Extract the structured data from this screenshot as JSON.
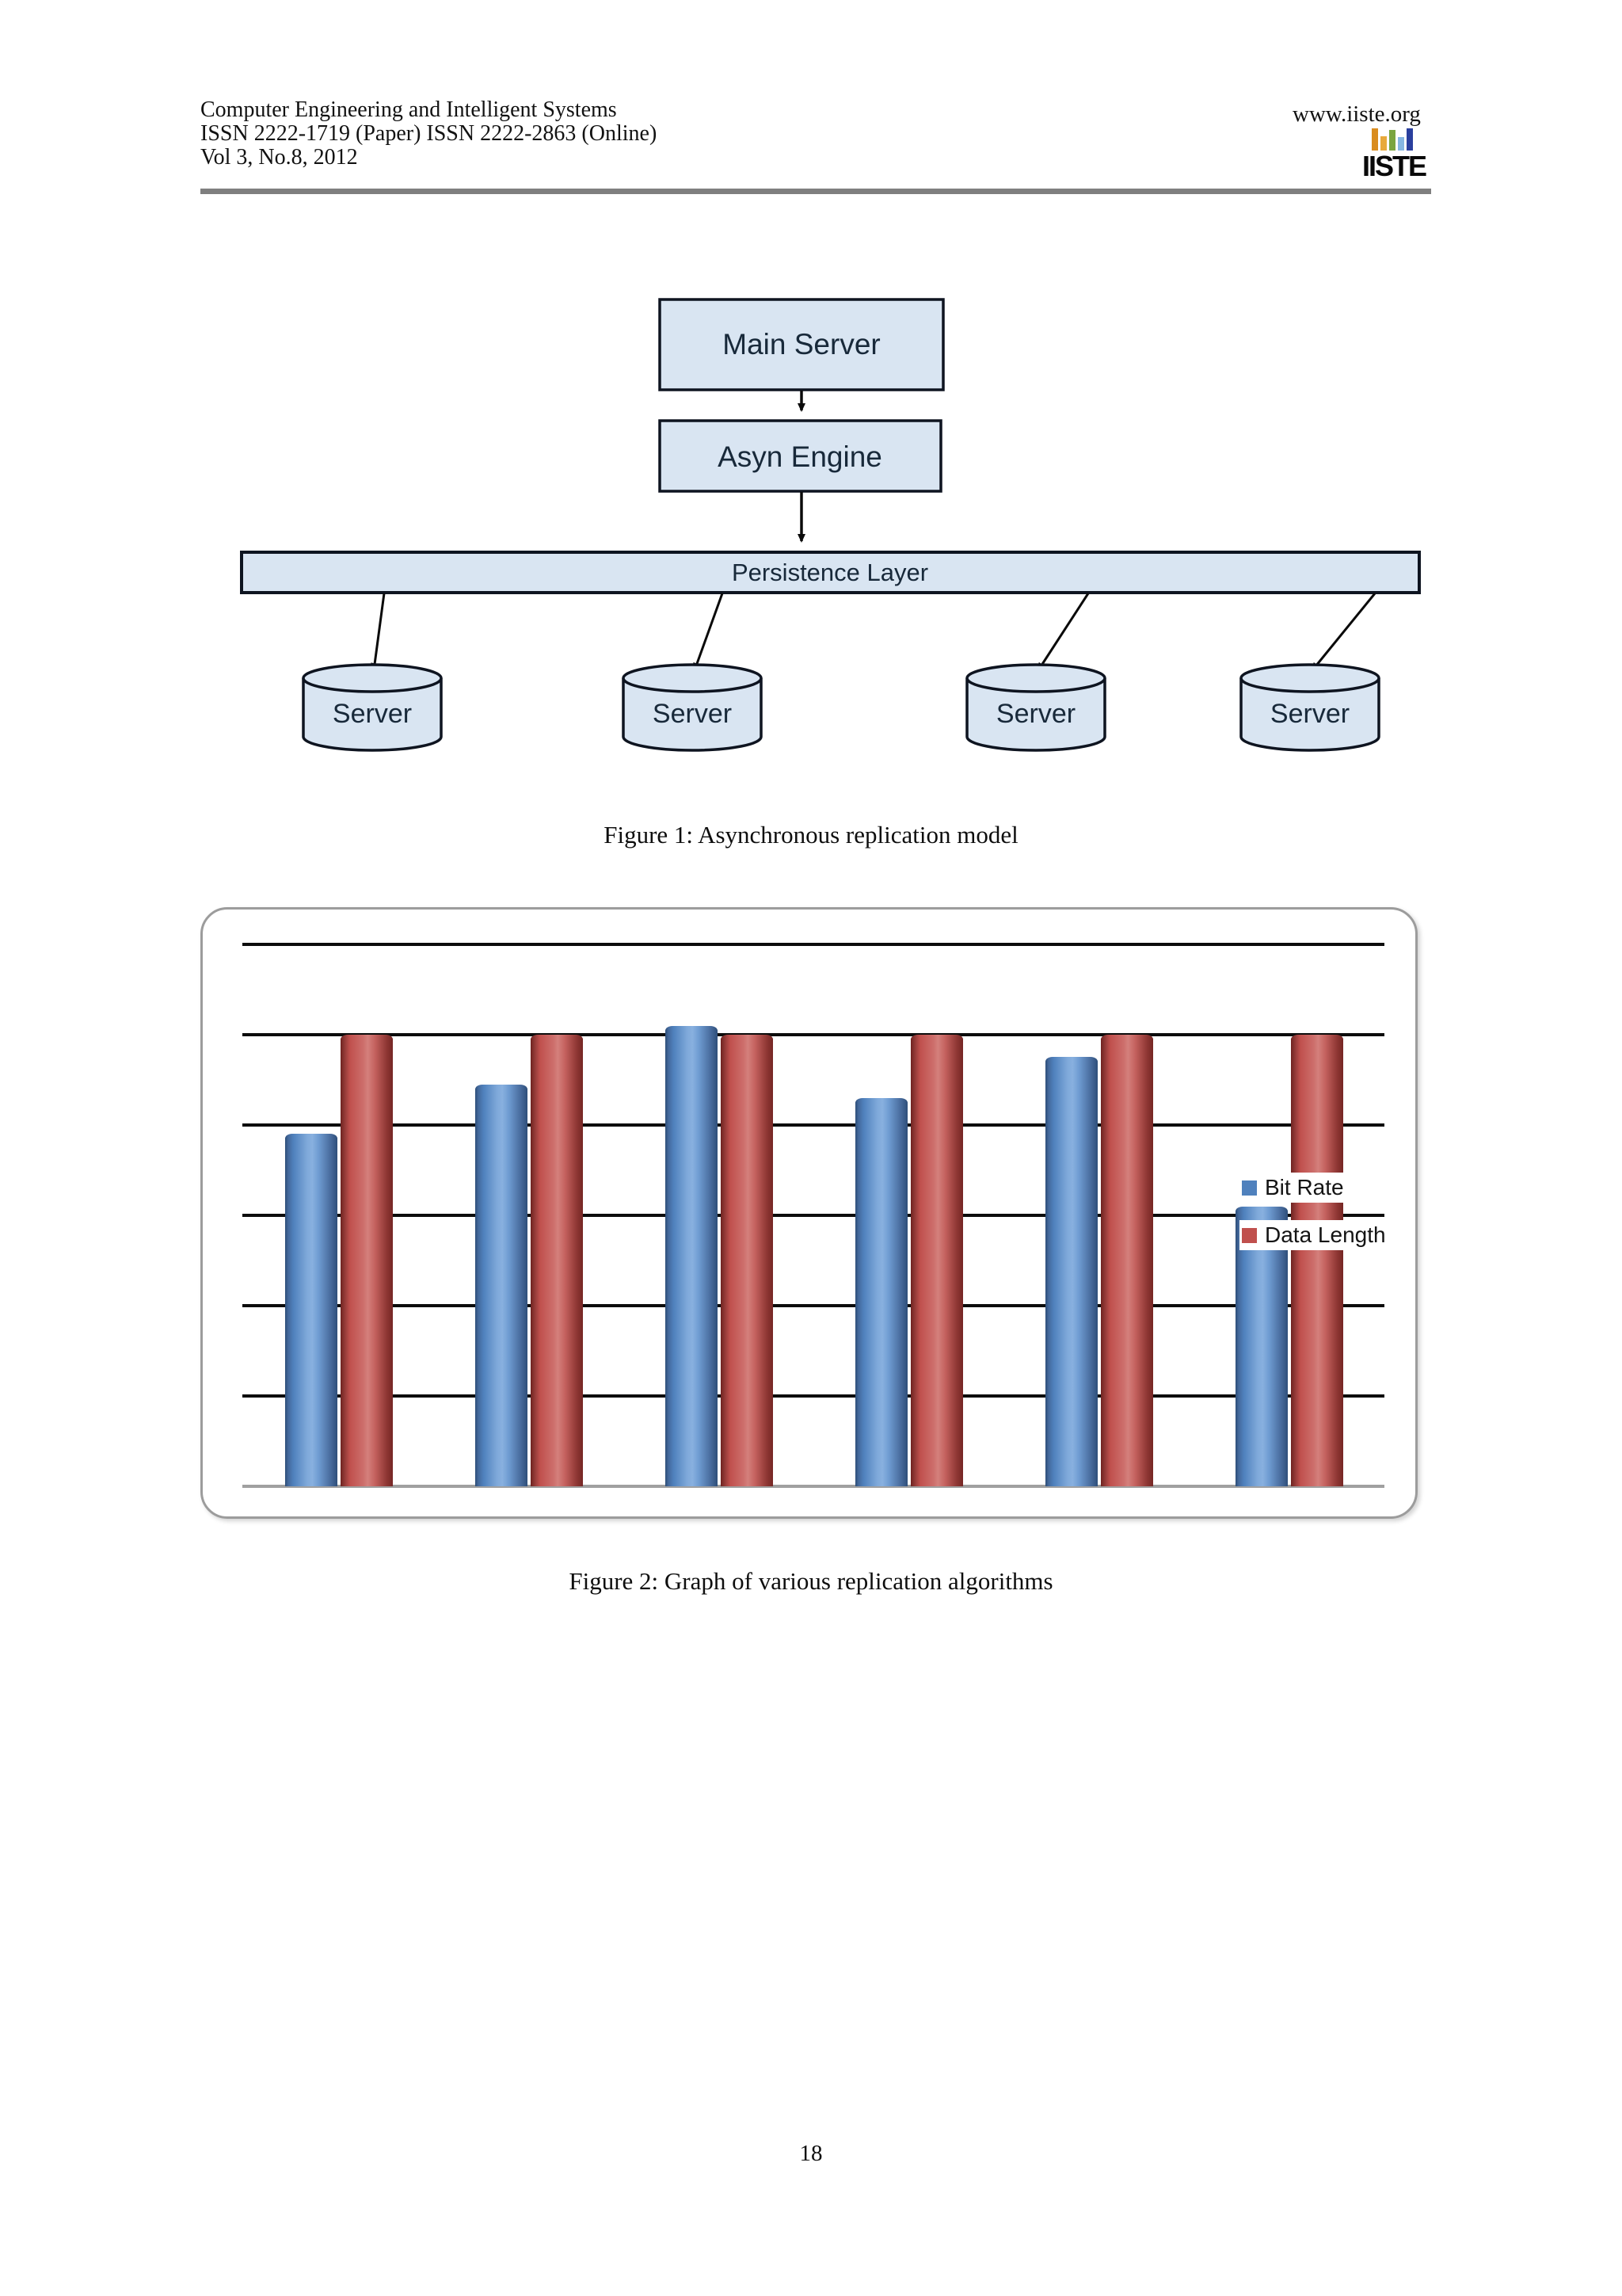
{
  "page": {
    "header": {
      "left_lines": [
        "Computer Engineering and Intelligent Systems",
        "ISSN 2222-1719 (Paper) ISSN 2222-2863 (Online)",
        "Vol 3, No.8, 2012"
      ],
      "website": "www.iiste.org",
      "logo_text": "IISTE",
      "logo_bar_colors": [
        "#d98c1f",
        "#e8a93c",
        "#7aa53f",
        "#86b7e2",
        "#2a3f9e"
      ]
    },
    "figure1": {
      "caption": "Figure 1: Asynchronous replication model",
      "nodes": {
        "main_server": "Main Server",
        "asyn_engine": "Asyn Engine",
        "persistence_layer": "Persistence Layer",
        "server": "Server"
      },
      "box_fill": "#d9e5f2",
      "box_stroke": "#0e1420"
    },
    "figure2": {
      "caption": "Figure 2: Graph of various replication algorithms"
    },
    "page_number": "18"
  },
  "chart_data": {
    "type": "bar",
    "title": "",
    "xlabel": "",
    "ylabel": "",
    "categories": [
      "",
      "",
      "",
      "",
      "",
      ""
    ],
    "series": [
      {
        "name": "Bit Rate",
        "color": "#4f81bd",
        "values": [
          3.9,
          4.45,
          5.1,
          4.3,
          4.75,
          3.1
        ]
      },
      {
        "name": "Data Length",
        "color": "#c0504d",
        "values": [
          5,
          5,
          5,
          5,
          5,
          5
        ]
      }
    ],
    "ylim": [
      0,
      6
    ],
    "gridline_interval": 1,
    "grid": "horizontal black gridlines, no tick labels, gray baseline",
    "legend_position": "right-inside"
  }
}
